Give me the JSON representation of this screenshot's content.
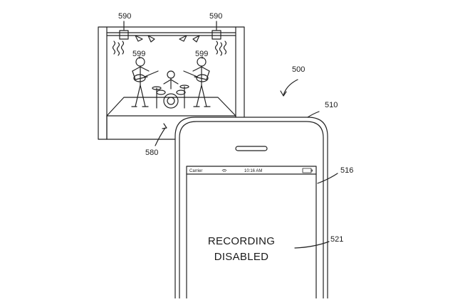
{
  "labels": {
    "spotlight_left": "590",
    "spotlight_right": "590",
    "performer_left": "599",
    "performer_right": "599",
    "system": "500",
    "device": "510",
    "stage": "580",
    "screen": "516",
    "message": "521"
  },
  "device_screen": {
    "carrier": "Carrier",
    "time": "10:16 AM",
    "message_line1": "RECORDING",
    "message_line2": "DISABLED"
  }
}
